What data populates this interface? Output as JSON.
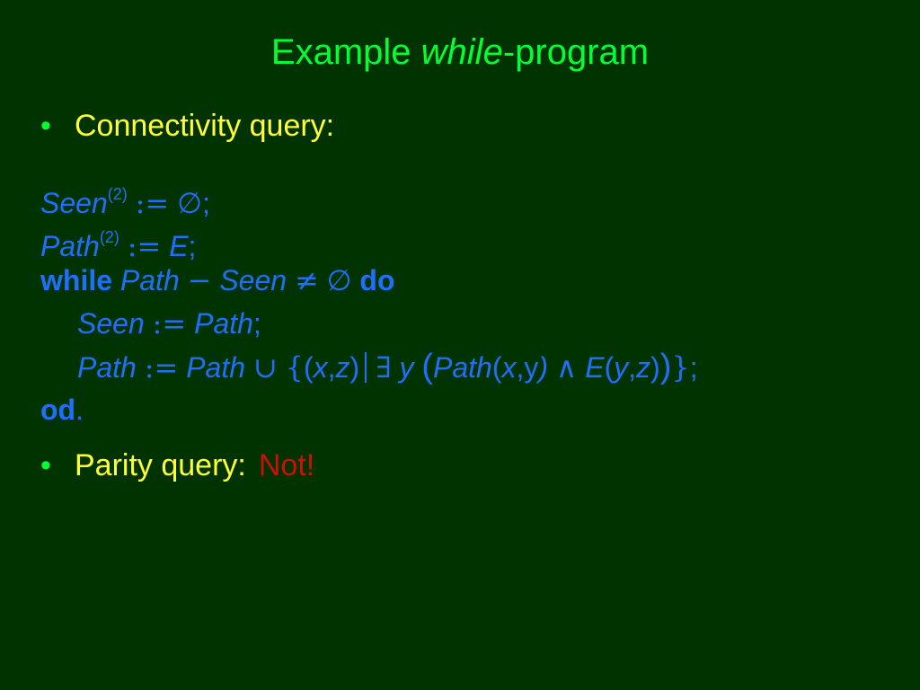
{
  "title": {
    "prefix": "Example ",
    "italic": "while",
    "suffix": "-program"
  },
  "bullets": [
    {
      "text": "Connectivity query:"
    },
    {
      "text": "Parity query:",
      "highlight": "Not!"
    }
  ],
  "program": {
    "line1": {
      "var": "Seen",
      "sup": "(2)",
      "assign": ":=",
      "value": "∅",
      "end": ";"
    },
    "line2": {
      "var": "Path",
      "sup": "(2)",
      "assign": ":=",
      "value": "E",
      "end": ";"
    },
    "line3": {
      "kw_while": "while",
      "a": "Path",
      "minus": "−",
      "b": "Seen",
      "neq": "≠",
      "empty": "∅",
      "kw_do": "do"
    },
    "line4": {
      "var": "Seen",
      "assign": ":=",
      "value": "Path",
      "end": ";"
    },
    "line5": {
      "var": "Path",
      "assign": ":=",
      "value": "Path",
      "union": "∪",
      "lbrace": "{",
      "lp1": "(",
      "x": "x",
      "c1": ",",
      "z": "z",
      "rp1": ")",
      "exists": "∃",
      "y": "y",
      "lp2": "(",
      "path": "Path",
      "lp3": "(",
      "x2": "x",
      "c2": ",",
      "y2": "y",
      "rp3": ")",
      "and": "∧",
      "e": "E",
      "lp4": "(",
      "y3": "y",
      "c3": ",",
      "z3": "z",
      "rp4": ")",
      "rp2": ")",
      "rbrace": "}",
      "end": ";"
    },
    "line6": {
      "kw_od": "od",
      "end": "."
    }
  },
  "colors": {
    "background": "#003300",
    "title": "#00ff33",
    "bullet_text": "#ffff33",
    "code": "#1f6fff",
    "highlight": "#cc1100"
  }
}
